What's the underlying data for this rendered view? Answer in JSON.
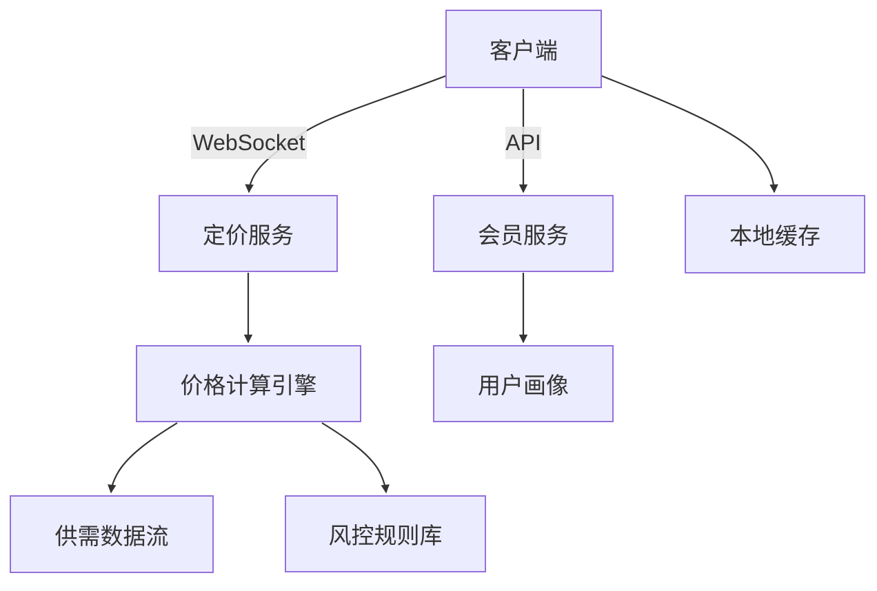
{
  "diagram": {
    "type": "flowchart-top-down",
    "nodes": [
      {
        "id": "client",
        "label": "客户端"
      },
      {
        "id": "pricing",
        "label": "定价服务"
      },
      {
        "id": "member",
        "label": "会员服务"
      },
      {
        "id": "cache",
        "label": "本地缓存"
      },
      {
        "id": "engine",
        "label": "价格计算引擎"
      },
      {
        "id": "profile",
        "label": "用户画像"
      },
      {
        "id": "supply",
        "label": "供需数据流"
      },
      {
        "id": "risk",
        "label": "风控规则库"
      }
    ],
    "edges": [
      {
        "from": "客户端",
        "to": "定价服务",
        "label": "WebSocket"
      },
      {
        "from": "客户端",
        "to": "会员服务",
        "label": "API"
      },
      {
        "from": "客户端",
        "to": "本地缓存",
        "label": ""
      },
      {
        "from": "定价服务",
        "to": "价格计算引擎",
        "label": ""
      },
      {
        "from": "会员服务",
        "to": "用户画像",
        "label": ""
      },
      {
        "from": "价格计算引擎",
        "to": "供需数据流",
        "label": ""
      },
      {
        "from": "价格计算引擎",
        "to": "风控规则库",
        "label": ""
      }
    ],
    "colors": {
      "node_fill": "#ECECFF",
      "node_border": "#9370DB",
      "edge_stroke": "#333333",
      "text": "#333333",
      "edge_label_bg": "#E8E8E8",
      "background": "#FFFFFF"
    }
  }
}
